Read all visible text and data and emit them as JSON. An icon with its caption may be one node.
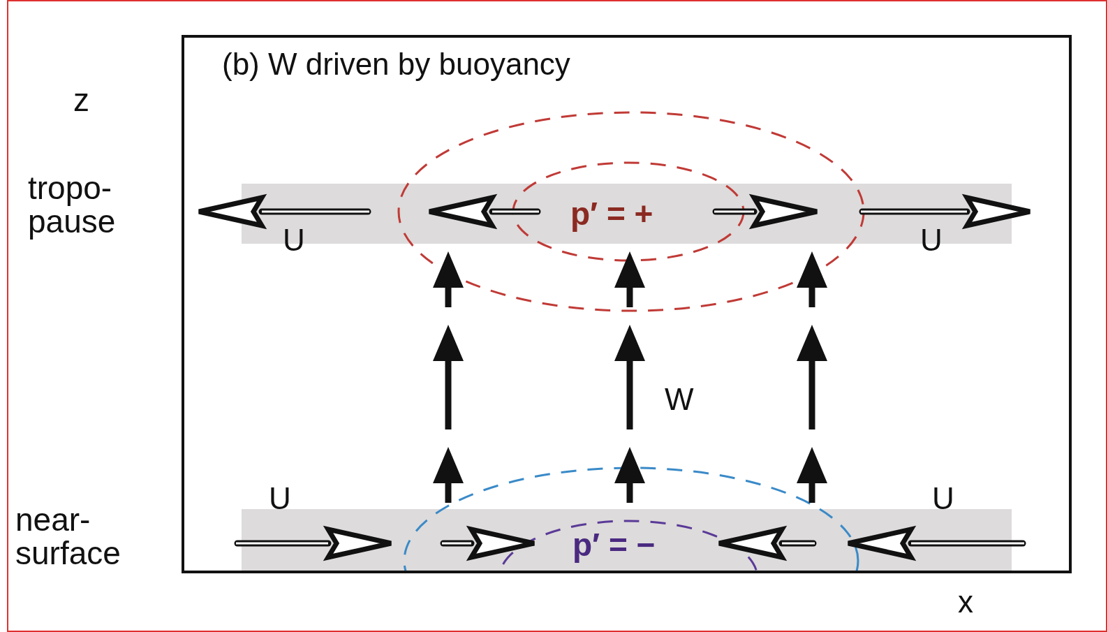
{
  "diagram": {
    "title": "(b) W driven by buoyancy",
    "labels": [
      "z",
      "tropo- pause",
      "U",
      "p′ = +",
      "U",
      "W",
      "U",
      "U",
      "near- surface",
      "p′ = −",
      "x"
    ]
  }
}
